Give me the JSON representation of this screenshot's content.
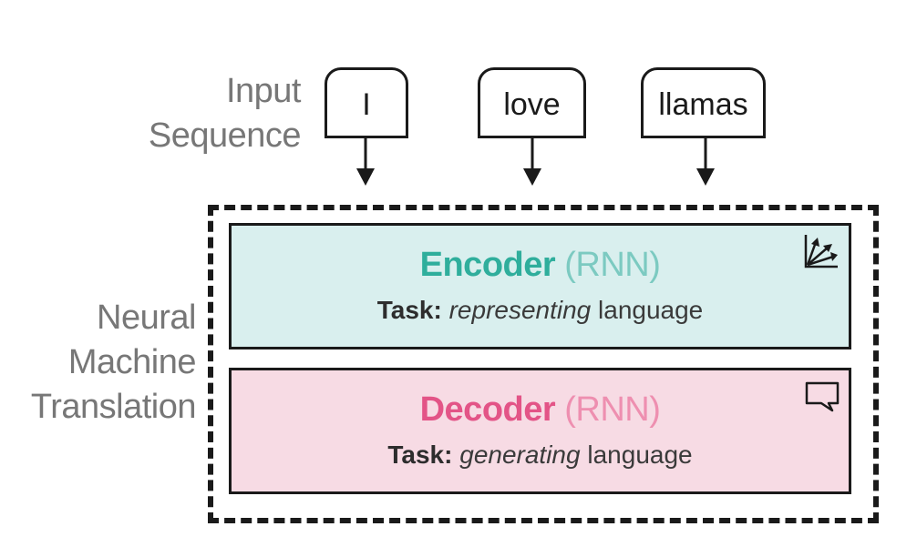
{
  "input_label": [
    "Input",
    "Sequence"
  ],
  "tokens": [
    "I",
    "love",
    "llamas"
  ],
  "nmt_label": [
    "Neural",
    "Machine",
    "Translation"
  ],
  "encoder": {
    "title": "Encoder",
    "paren": "(RNN)",
    "task_label": "Task:",
    "task_verb": "representing",
    "task_rest": "language",
    "icon": "vector-arrows-icon",
    "color": "#2fae9c",
    "fill": "#d9efee"
  },
  "decoder": {
    "title": "Decoder",
    "paren": "(RNN)",
    "task_label": "Task:",
    "task_verb": "generating",
    "task_rest": "language",
    "icon": "speech-bubble-icon",
    "color": "#e35487",
    "fill": "#f7dbe4"
  }
}
